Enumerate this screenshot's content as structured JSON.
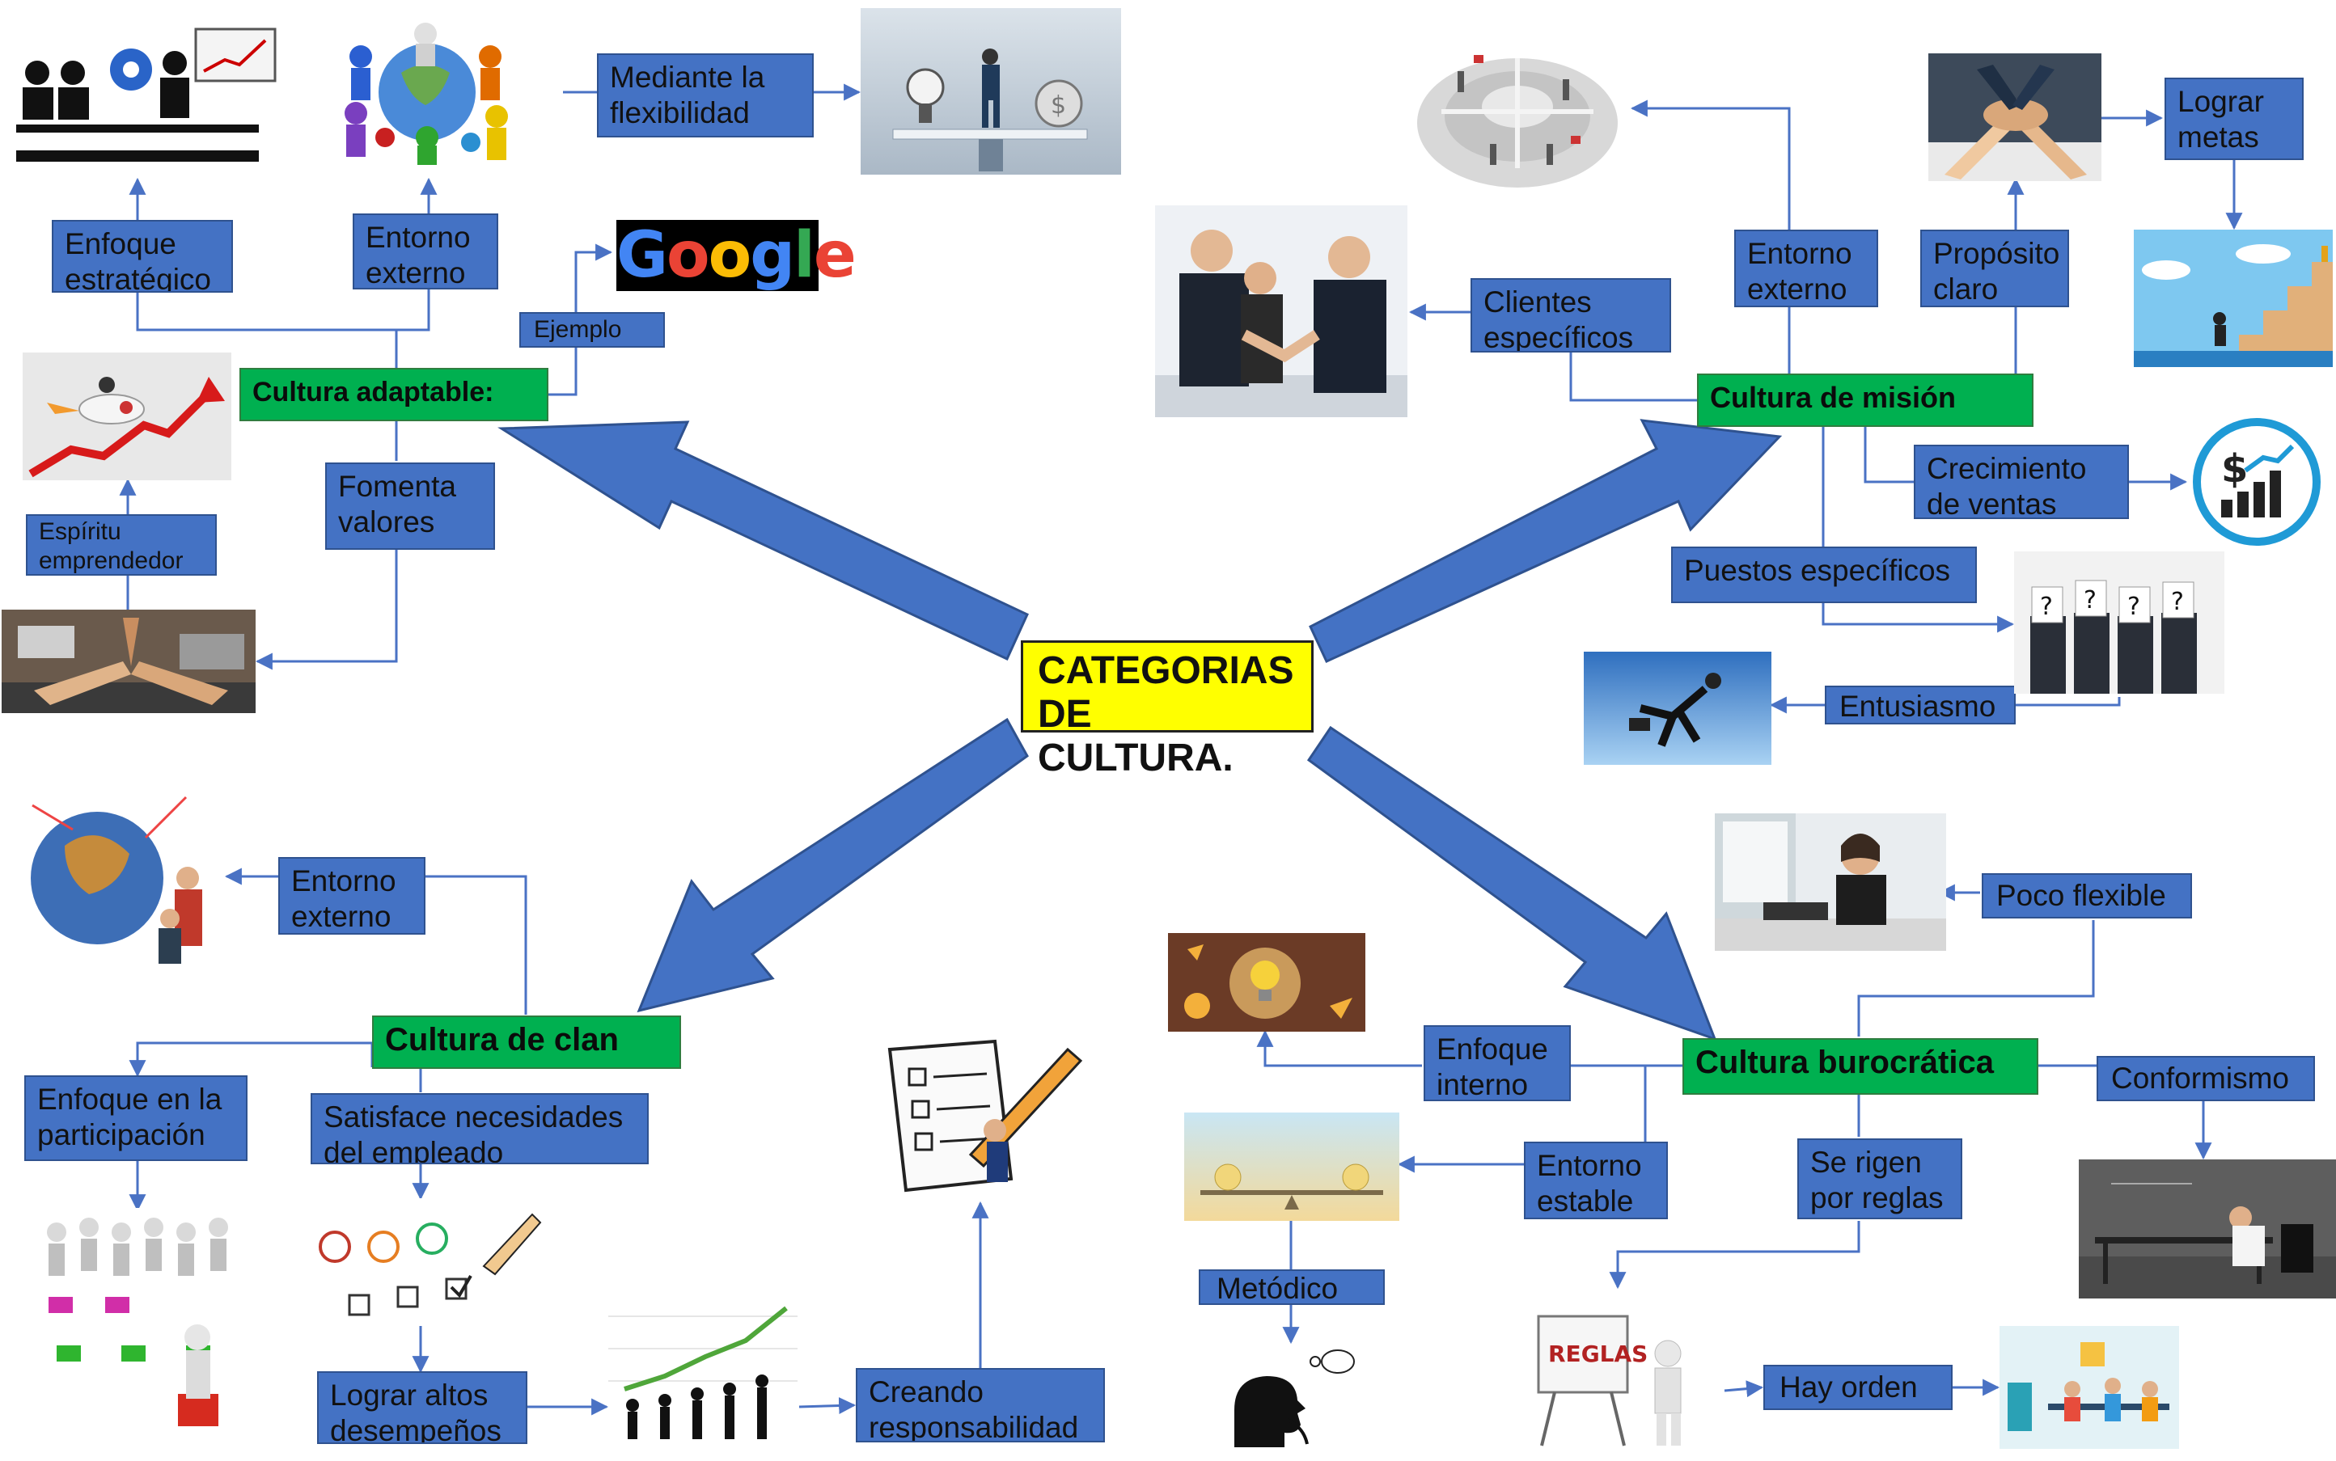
{
  "colors": {
    "box_blue": "#4472c4",
    "box_green": "#00b050",
    "center_yellow": "#ffff00",
    "arrow_blue": "#4472c4",
    "line_blue": "#4a72c4"
  },
  "center": {
    "title": "CATEGORIAS\nDE CULTURA."
  },
  "adaptable": {
    "title": "Cultura adaptable:",
    "enfoque_estrategico": "Enfoque\nestratégico",
    "entorno_externo": "Entorno\nexterno",
    "mediante_flexibilidad": "Mediante la\nflexibilidad",
    "ejemplo": "Ejemplo",
    "google_logo": "Google",
    "espiritu": "Espíritu\nemprendedor",
    "fomenta_valores": "Fomenta\nvalores"
  },
  "mision": {
    "title": "Cultura de misión",
    "entorno_externo": "Entorno\nexterno",
    "proposito_claro": "Propósito\nclaro",
    "lograr_metas": "Lograr\nmetas",
    "clientes": "Clientes\nespecíficos",
    "crecimiento": "Crecimiento\nde ventas",
    "puestos": "Puestos específicos",
    "entusiasmo": "Entusiasmo"
  },
  "clan": {
    "title": "Cultura de clan",
    "entorno_externo": "Entorno\nexterno",
    "participacion": "Enfoque en la\nparticipación",
    "satisface": "Satisface necesidades\ndel empleado",
    "lograr_desempenos": "Lograr altos\ndesempeños",
    "creando": "Creando\nresponsabilidad"
  },
  "burocratica": {
    "title": "Cultura burocrática",
    "poco_flexible": "Poco flexible",
    "enfoque_interno": "Enfoque\ninterno",
    "conformismo": "Conformismo",
    "entorno_estable": "Entorno\nestable",
    "reglas": "Se rigen\npor reglas",
    "metodico": "Metódico",
    "hay_orden": "Hay orden",
    "reglas_sign": "REGLAS"
  },
  "icons": [
    "team-strategy-icon",
    "globe-people-icon",
    "balance-idea-icon",
    "rocket-growth-icon",
    "hands-together-icon",
    "business-wheel-icon",
    "stacked-hands-icon",
    "stairs-goal-icon",
    "handshake-icon",
    "sales-growth-icon",
    "question-people-icon",
    "jumping-man-icon",
    "world-people-icon",
    "ideas-icon",
    "watch-woman-icon",
    "checklist-icon",
    "balance-scale-icon",
    "tired-worker-icon",
    "org-chart-icon",
    "faces-rating-icon",
    "climbing-team-icon",
    "thinking-head-icon",
    "rules-board-icon",
    "office-desks-icon"
  ]
}
